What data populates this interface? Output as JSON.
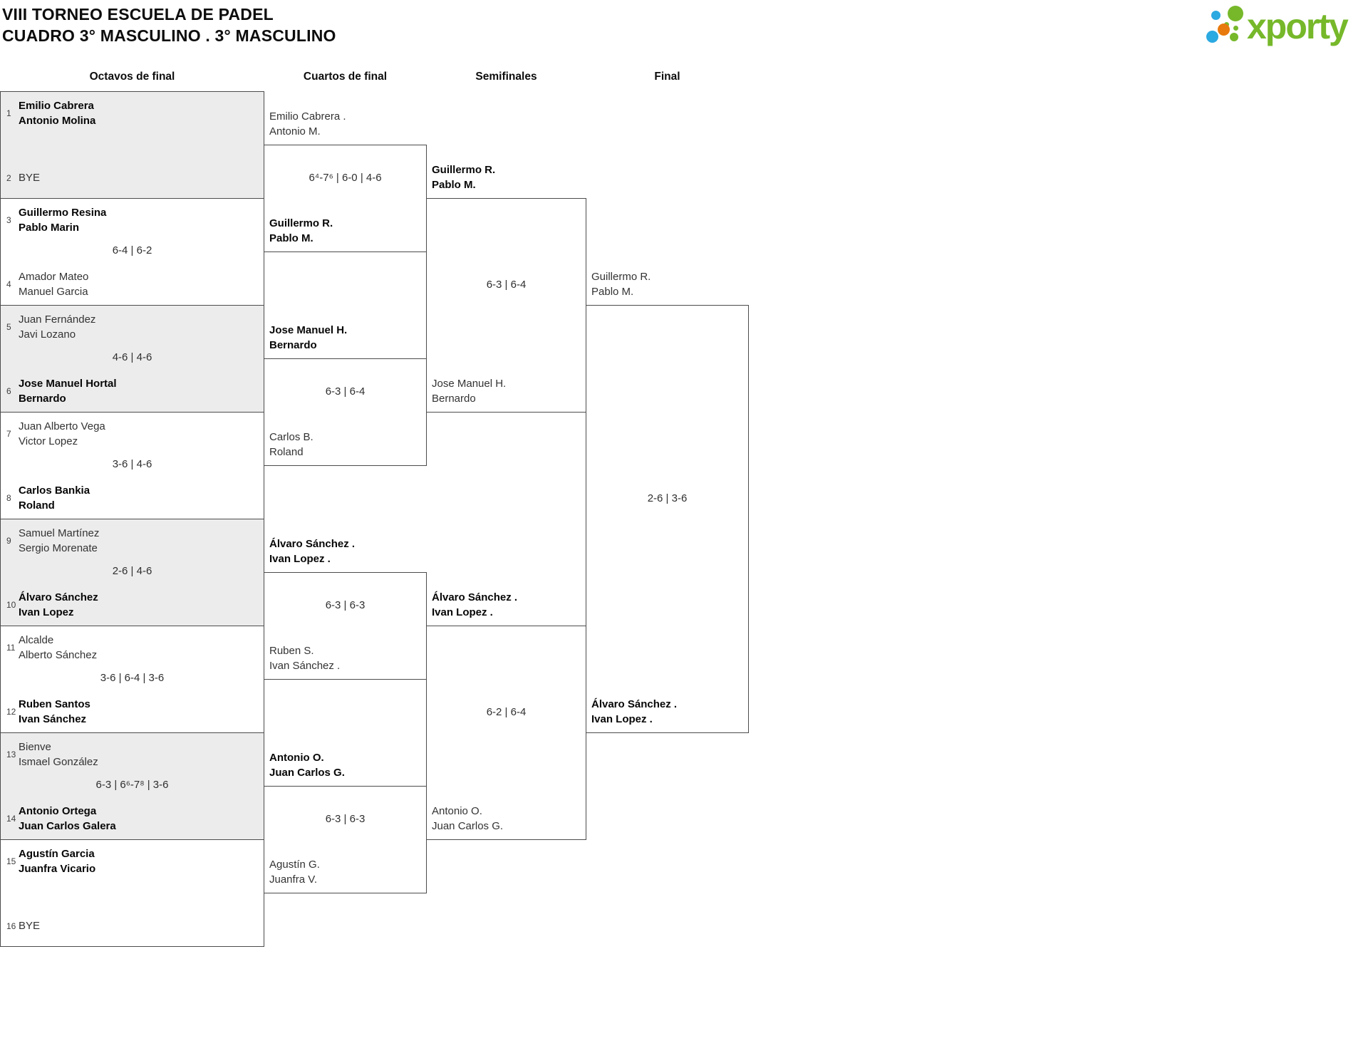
{
  "title": {
    "line1": "VIII TORNEO ESCUELA DE PADEL",
    "line2": "CUADRO 3° MASCULINO . 3° MASCULINO"
  },
  "logo": {
    "text": "xporty",
    "green": "#76b82a",
    "blue": "#2ba9e1",
    "orange": "#e8790d"
  },
  "colors": {
    "match_gray_bg": "#ececec",
    "border": "#4c4c4c",
    "winner_text": "#070707",
    "regular_text": "#333333"
  },
  "round_headers": [
    "Octavos de final",
    "Cuartos de final",
    "Semifinales",
    "Final"
  ],
  "r16": [
    {
      "score": "",
      "top": {
        "seed": "1",
        "lines": [
          "Emilio Cabrera",
          "Antonio Molina"
        ],
        "winner": true
      },
      "bottom": {
        "seed": "2",
        "lines": [
          "BYE"
        ],
        "winner": false
      }
    },
    {
      "score": "6-4 | 6-2",
      "top": {
        "seed": "3",
        "lines": [
          "Guillermo Resina",
          "Pablo Marin"
        ],
        "winner": true
      },
      "bottom": {
        "seed": "4",
        "lines": [
          "Amador Mateo",
          "Manuel Garcia"
        ],
        "winner": false
      }
    },
    {
      "score": "4-6 | 4-6",
      "top": {
        "seed": "5",
        "lines": [
          "Juan Fernández",
          "Javi Lozano"
        ],
        "winner": false
      },
      "bottom": {
        "seed": "6",
        "lines": [
          "Jose Manuel Hortal",
          "Bernardo"
        ],
        "winner": true
      }
    },
    {
      "score": "3-6 | 4-6",
      "top": {
        "seed": "7",
        "lines": [
          "Juan Alberto Vega",
          "Victor Lopez"
        ],
        "winner": false
      },
      "bottom": {
        "seed": "8",
        "lines": [
          "Carlos Bankia",
          "Roland"
        ],
        "winner": true
      }
    },
    {
      "score": "2-6 | 4-6",
      "top": {
        "seed": "9",
        "lines": [
          "Samuel Martínez",
          "Sergio Morenate"
        ],
        "winner": false
      },
      "bottom": {
        "seed": "10",
        "lines": [
          "Álvaro Sánchez",
          "Ivan Lopez"
        ],
        "winner": true
      }
    },
    {
      "score": "3-6 | 6-4 | 3-6",
      "top": {
        "seed": "11",
        "lines": [
          "Alcalde",
          "Alberto Sánchez"
        ],
        "winner": false
      },
      "bottom": {
        "seed": "12",
        "lines": [
          "Ruben Santos",
          "Ivan Sánchez"
        ],
        "winner": true
      }
    },
    {
      "score": "6-3 | 6⁶-7⁸ | 3-6",
      "top": {
        "seed": "13",
        "lines": [
          "Bienve",
          "Ismael González"
        ],
        "winner": false
      },
      "bottom": {
        "seed": "14",
        "lines": [
          "Antonio Ortega",
          "Juan Carlos Galera"
        ],
        "winner": true
      }
    },
    {
      "score": "",
      "top": {
        "seed": "15",
        "lines": [
          "Agustín Garcia",
          "Juanfra Vicario"
        ],
        "winner": true
      },
      "bottom": {
        "seed": "16",
        "lines": [
          "BYE"
        ],
        "winner": false
      }
    }
  ],
  "qf": [
    {
      "score": "6⁴-7⁶ | 6-0 | 4-6",
      "top": {
        "lines": [
          "Emilio Cabrera .",
          "Antonio M."
        ],
        "winner": false
      },
      "bottom": {
        "lines": [
          "Guillermo R.",
          "Pablo M."
        ],
        "winner": true
      }
    },
    {
      "score": "6-3 | 6-4",
      "top": {
        "lines": [
          "Jose Manuel H.",
          "Bernardo"
        ],
        "winner": true
      },
      "bottom": {
        "lines": [
          "Carlos B.",
          "Roland"
        ],
        "winner": false
      }
    },
    {
      "score": "6-3 | 6-3",
      "top": {
        "lines": [
          "Álvaro Sánchez .",
          "Ivan Lopez ."
        ],
        "winner": true
      },
      "bottom": {
        "lines": [
          "Ruben S.",
          "Ivan Sánchez ."
        ],
        "winner": false
      }
    },
    {
      "score": "6-3 | 6-3",
      "top": {
        "lines": [
          "Antonio O.",
          "Juan Carlos G."
        ],
        "winner": true
      },
      "bottom": {
        "lines": [
          "Agustín G.",
          "Juanfra V."
        ],
        "winner": false
      }
    }
  ],
  "sf": [
    {
      "score": "6-3 | 6-4",
      "top": {
        "lines": [
          "Guillermo R.",
          "Pablo M."
        ],
        "winner": true
      },
      "bottom": {
        "lines": [
          "Jose Manuel H.",
          "Bernardo"
        ],
        "winner": false
      }
    },
    {
      "score": "6-2 | 6-4",
      "top": {
        "lines": [
          "Álvaro Sánchez .",
          "Ivan Lopez ."
        ],
        "winner": true
      },
      "bottom": {
        "lines": [
          "Antonio O.",
          "Juan Carlos G."
        ],
        "winner": false
      }
    }
  ],
  "final": {
    "score": "2-6 | 3-6",
    "top": {
      "lines": [
        "Guillermo R.",
        "Pablo M."
      ],
      "winner": false
    },
    "bottom": {
      "lines": [
        "Álvaro Sánchez .",
        "Ivan Lopez ."
      ],
      "winner": true
    }
  }
}
